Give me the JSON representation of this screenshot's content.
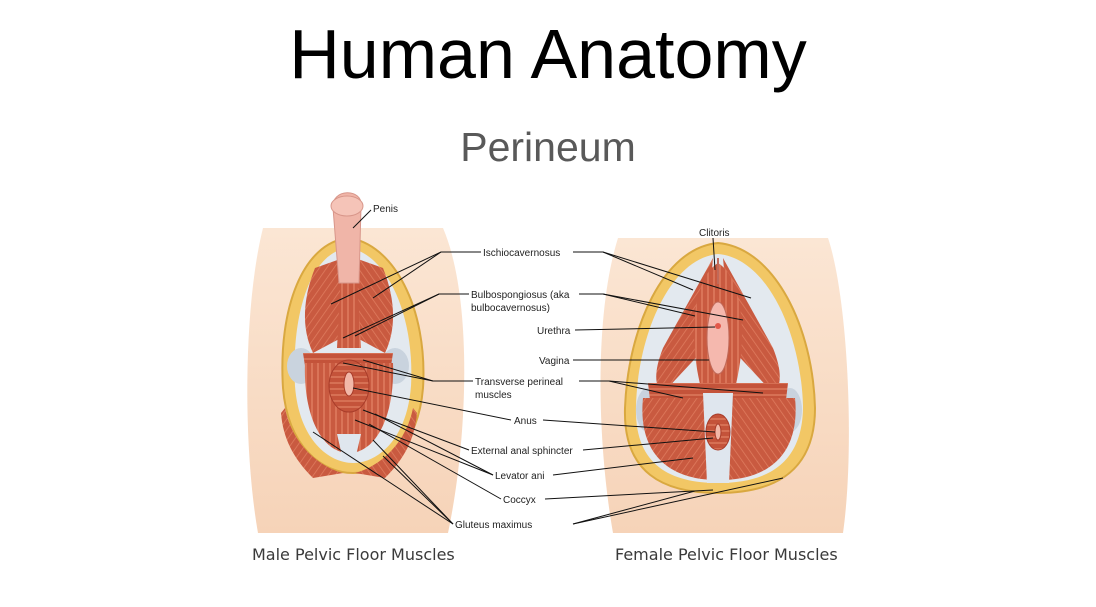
{
  "title": "Human Anatomy",
  "subtitle": "Perineum",
  "figure": {
    "labels": {
      "penis": "Penis",
      "clitoris": "Clitoris",
      "ischiocavernosus": "Ischiocavernosus",
      "bulbospongiosus_1": "Bulbospongiosus (aka",
      "bulbospongiosus_2": "bulbocavernosus)",
      "urethra": "Urethra",
      "vagina": "Vagina",
      "transverse_1": "Transverse perineal",
      "transverse_2": "muscles",
      "anus": "Anus",
      "external_anal_sphincter": "External anal sphincter",
      "levator_ani": "Levator ani",
      "coccyx": "Coccyx",
      "gluteus_maximus": "Gluteus maximus"
    },
    "captions": {
      "male": "Male Pelvic Floor Muscles",
      "female": "Female Pelvic Floor Muscles"
    },
    "colors": {
      "skin": "#f9dcc4",
      "fat": "#f2c765",
      "muscle": "#c8553d",
      "muscle_dark": "#a83c2a",
      "fascia": "#dfe6ee"
    }
  }
}
